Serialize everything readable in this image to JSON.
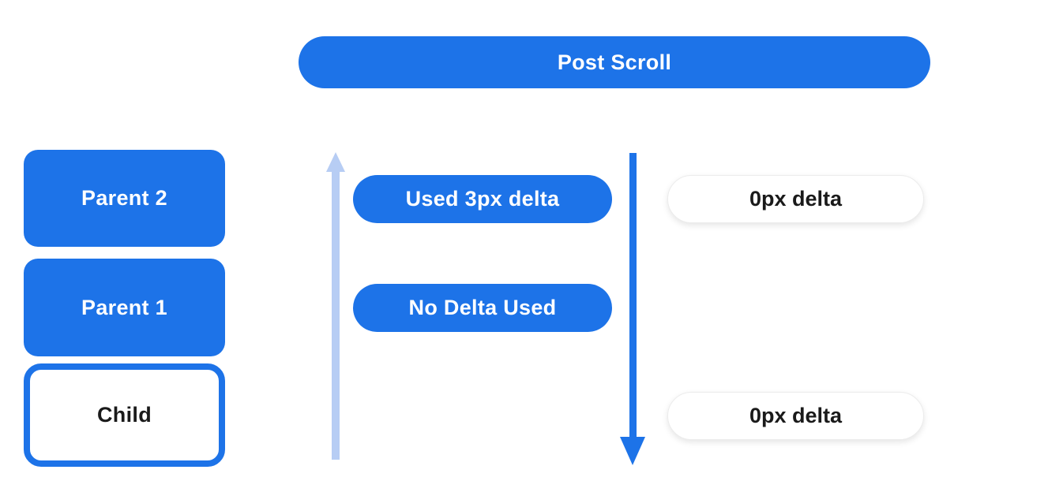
{
  "colors": {
    "primary_blue": "#1d73e8",
    "light_arrow_blue": "#b7cdf4",
    "pill_white": "#ffffff",
    "text_white": "#ffffff",
    "text_black": "#1a1a1a",
    "white_pill_border": "#ececec"
  },
  "header": {
    "label": "Post Scroll"
  },
  "scroll_stack": {
    "boxes": [
      {
        "label": "Parent 2",
        "style": "filled-blue"
      },
      {
        "label": "Parent 1",
        "style": "filled-blue"
      },
      {
        "label": "Child",
        "style": "outlined-blue"
      }
    ]
  },
  "arrows": [
    {
      "name": "upward-scroll-arrow",
      "direction": "up",
      "color": "#b7cdf4"
    },
    {
      "name": "downward-scroll-arrow",
      "direction": "down",
      "color": "#1d73e8"
    }
  ],
  "delta_labels": {
    "used_column": [
      {
        "label": "Used 3px delta",
        "style": "filled-blue"
      },
      {
        "label": "No Delta Used",
        "style": "filled-blue"
      }
    ],
    "remaining_column": [
      {
        "label": "0px delta",
        "style": "white-shadow"
      },
      {
        "label": "0px delta",
        "style": "white-shadow"
      }
    ]
  }
}
